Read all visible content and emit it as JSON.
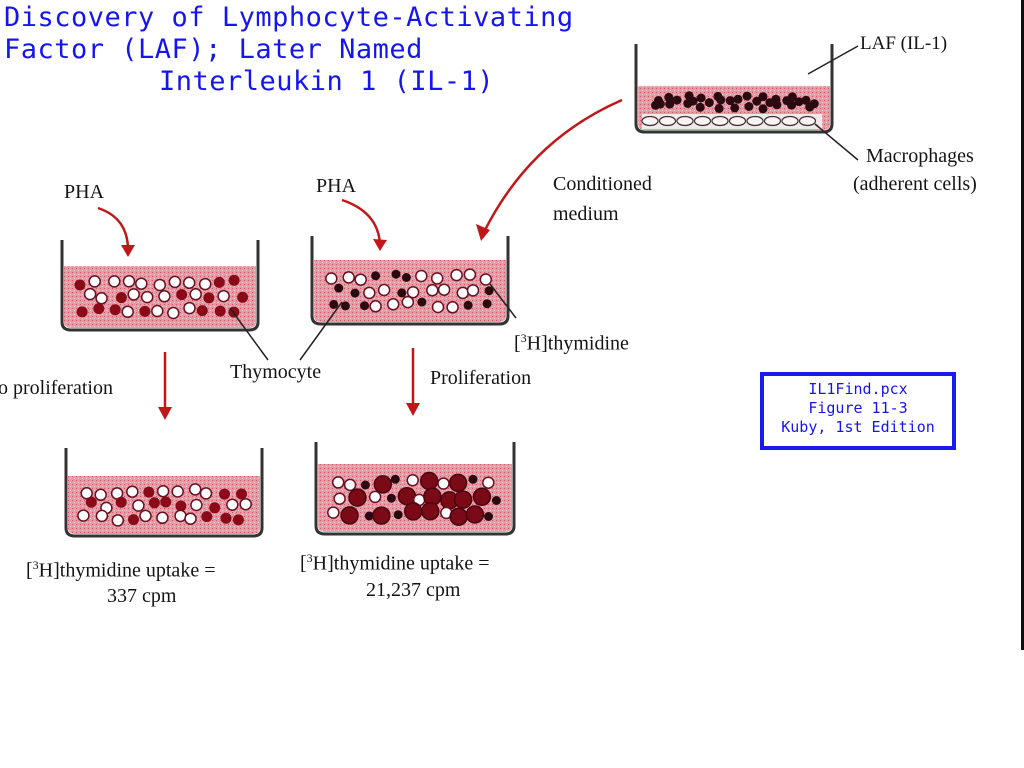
{
  "title": {
    "line1": "Discovery of Lymphocyte-Activating",
    "line2": "Factor (LAF); Later Named",
    "line3": "Interleukin 1 (IL-1)"
  },
  "labels": {
    "laf": "LAF (IL-1)",
    "macrophages_1": "Macrophages",
    "macrophages_2": "(adherent cells)",
    "conditioned_1": "Conditioned",
    "conditioned_2": "medium",
    "pha_left": "PHA",
    "pha_right": "PHA",
    "thymocyte": "Thymocyte",
    "thymidine_pre": "[",
    "thymidine_sup": "3",
    "thymidine_post": "H]thymidine",
    "no_proliferation": "o proliferation",
    "proliferation": "Proliferation",
    "uptake_left_pre": "[",
    "uptake_left_sup": "3",
    "uptake_left_post": "H]thymidine uptake =",
    "uptake_left_value": "337 cpm",
    "uptake_right_pre": "[",
    "uptake_right_sup": "3",
    "uptake_right_post": "H]thymidine uptake =",
    "uptake_right_value": "21,237 cpm"
  },
  "caption": {
    "line1": "IL1Find.pcx",
    "line2": "Figure 11-3",
    "line3": "Kuby, 1st Edition"
  },
  "colors": {
    "title": "#1515f0",
    "medium": "#e89aa4",
    "cell_dark": "#8a0a18",
    "arrow": "#c01818",
    "dish": "#333333"
  }
}
